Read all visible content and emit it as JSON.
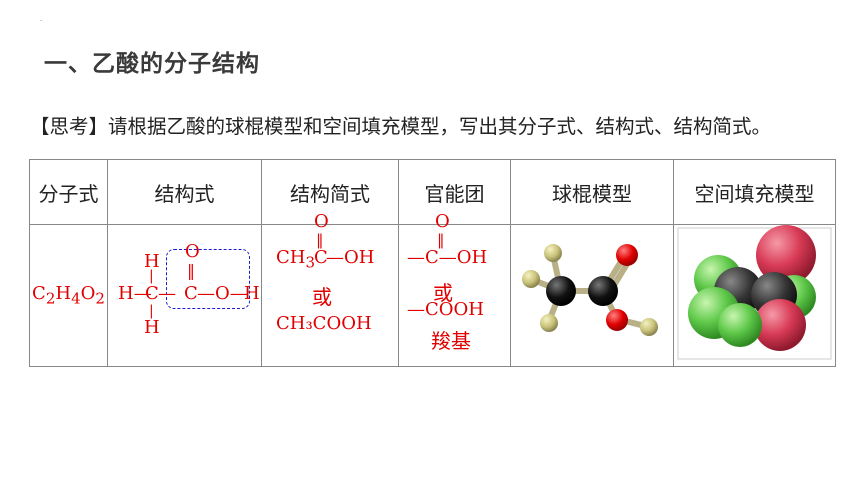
{
  "slide": {
    "corner_mark": "·",
    "title": "一、乙酸的分子结构",
    "prompt_tag_open": "【",
    "prompt_tag": "思考",
    "prompt_tag_close": "】",
    "prompt_text": "请根据乙酸的球棍模型和空间填充模型，写出其分子式、结构式、结构简式。"
  },
  "table": {
    "headers": [
      "分子式",
      "结构式",
      "结构简式",
      "官能团",
      "球棍模型",
      "空间填充模型"
    ],
    "molecular_formula": {
      "c": "C",
      "c_sub": "2",
      "h": "H",
      "h_sub": "4",
      "o": "O",
      "o_sub": "2"
    },
    "structural": {
      "h_top": "H",
      "h_left": "H—",
      "c1": "C",
      "c1_bond": "—",
      "c2": "C",
      "o_double": "O",
      "double_bond": "‖",
      "o_single": "—O—",
      "h_right": "H",
      "h_bottom": "H",
      "v_bond": "|"
    },
    "condensed": {
      "o_top": "O",
      "double_bond": "‖",
      "ch3": "CH",
      "ch3_sub": "3",
      "c": "C",
      "oh": "—OH",
      "or": "或",
      "full": "CH₃COOH"
    },
    "functional_group": {
      "o_top": "O",
      "double_bond": "‖",
      "c_line": "—C—OH",
      "or": "或",
      "cooh": "—COOH",
      "name": "羧基"
    }
  },
  "colors": {
    "text_red": "#e00000",
    "title_gray": "#3a3a3a",
    "border": "#888888",
    "dashed_box": "#1a1ad0"
  }
}
